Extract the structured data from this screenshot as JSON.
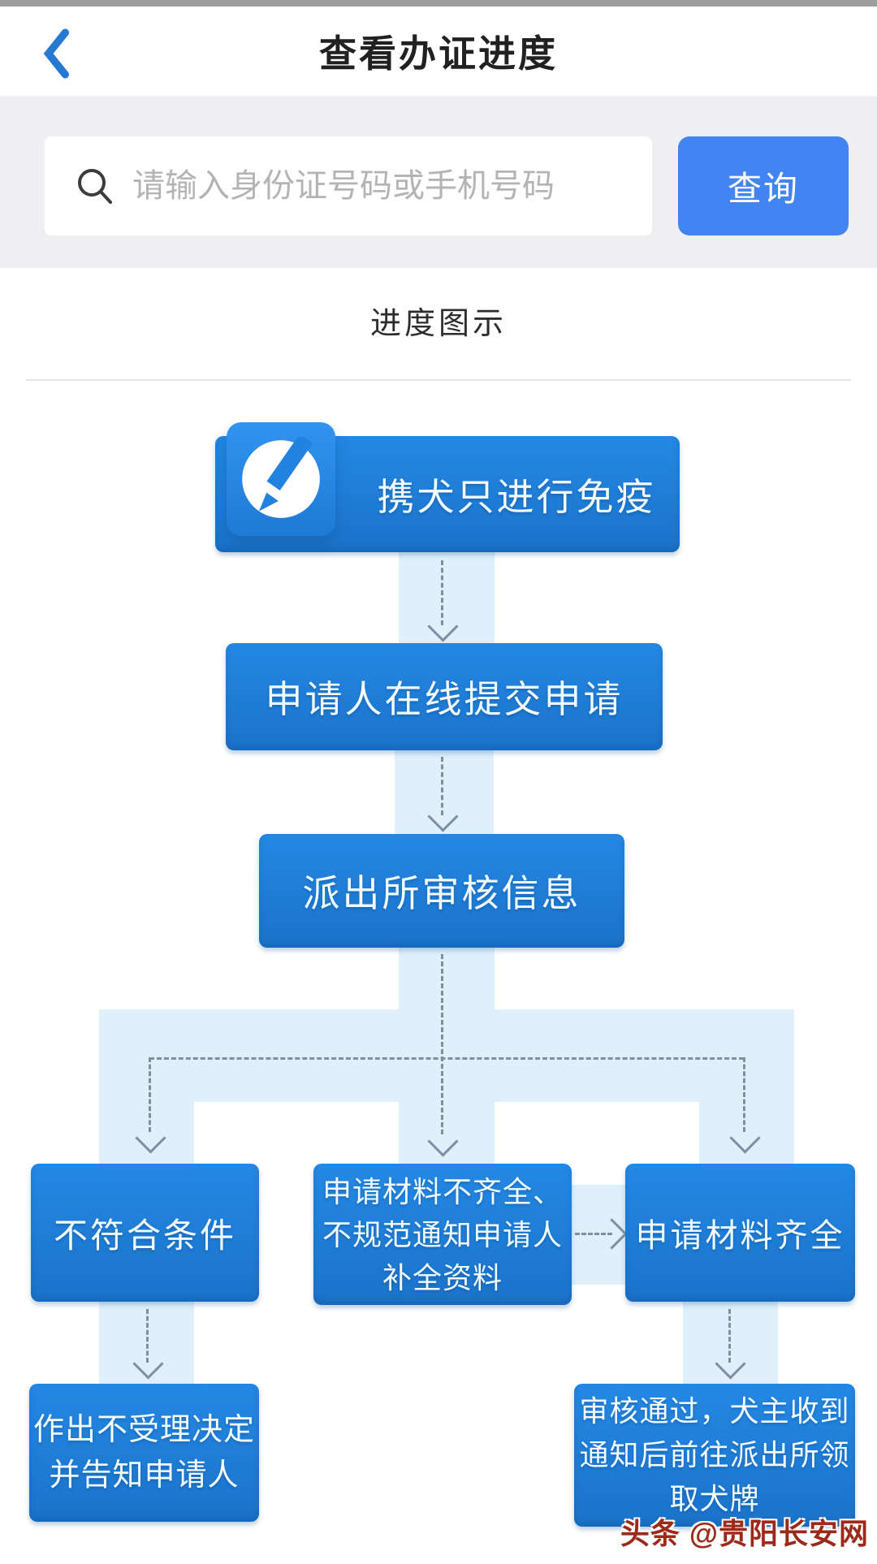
{
  "header": {
    "title": "查看办证进度",
    "back_icon": "chevron-left"
  },
  "search": {
    "placeholder": "请输入身份证号码或手机号码",
    "button_label": "查询",
    "button_color": "#4284f2"
  },
  "section": {
    "title": "进度图示"
  },
  "flowchart": {
    "colors": {
      "node_blue": "#1e7fd6",
      "band_blue": "#dff0fb",
      "dash_gray": "#7d8fa2"
    },
    "nodes": [
      {
        "id": "step1",
        "label": "携犬只进行免疫",
        "icon": "pencil-edit"
      },
      {
        "id": "step2",
        "label": "申请人在线提交申请"
      },
      {
        "id": "step3",
        "label": "派出所审核信息"
      },
      {
        "id": "reject",
        "label": "不符合条件"
      },
      {
        "id": "incomplete",
        "lines": [
          "申请材料不齐全、",
          "不规范通知申请人",
          "补全资料"
        ]
      },
      {
        "id": "complete",
        "label": "申请材料齐全"
      },
      {
        "id": "not_accepted",
        "lines": [
          "作出不受理决定",
          "并告知申请人"
        ]
      },
      {
        "id": "approved",
        "lines": [
          "审核通过，犬主收到",
          "通知后前往派出所领",
          "取犬牌"
        ]
      }
    ]
  },
  "watermark": {
    "text": "头条 @贵阳长安网",
    "color": "#9c2a1a"
  }
}
